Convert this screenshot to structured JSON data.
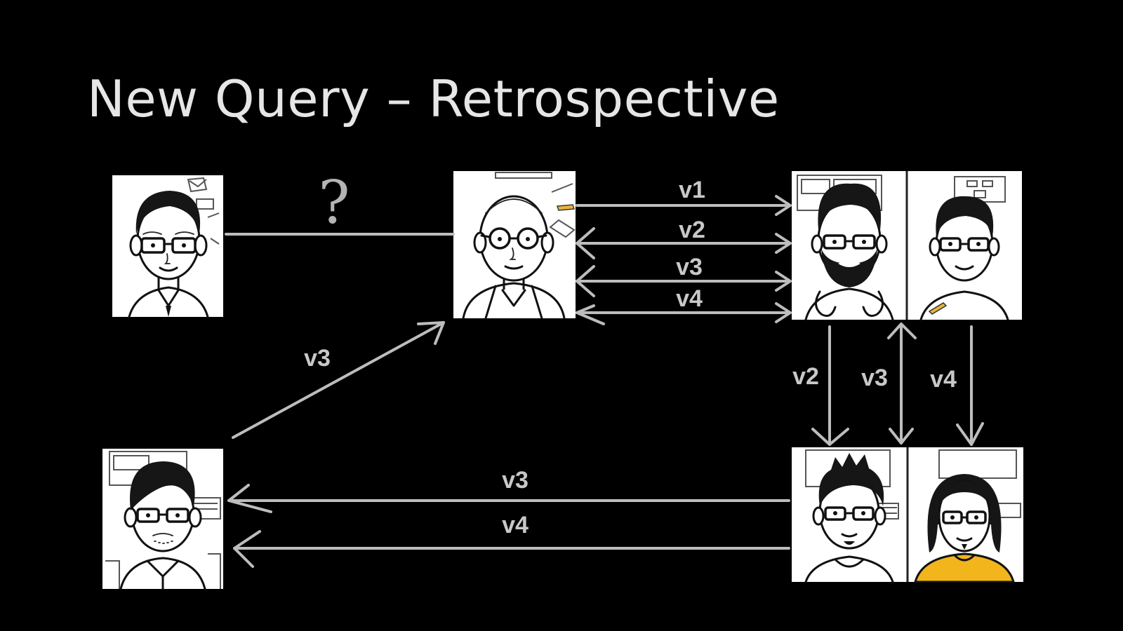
{
  "slide": {
    "title": "New Query – Retrospective"
  },
  "diagram": {
    "nodes": [
      {
        "id": "requester",
        "icon": "person-portrait-icon"
      },
      {
        "id": "scientist",
        "icon": "bald-person-portrait-icon"
      },
      {
        "id": "team-top",
        "icon": "two-person-portrait-icon"
      },
      {
        "id": "team-bottom",
        "icon": "two-person-portrait-icon"
      },
      {
        "id": "reviewer",
        "icon": "person-portrait-icon"
      }
    ],
    "edges": [
      {
        "id": "requester-to-scientist",
        "label": "?"
      },
      {
        "id": "scientist-to-team-v1",
        "label": "v1"
      },
      {
        "id": "scientist-team-v2",
        "label": "v2"
      },
      {
        "id": "scientist-team-v3",
        "label": "v3"
      },
      {
        "id": "scientist-team-v4",
        "label": "v4"
      },
      {
        "id": "team-down-v2",
        "label": "v2"
      },
      {
        "id": "team-up-v3",
        "label": "v3"
      },
      {
        "id": "team-down-v4",
        "label": "v4"
      },
      {
        "id": "reviewer-to-scientist-v3",
        "label": "v3"
      },
      {
        "id": "team-to-reviewer-v3",
        "label": "v3"
      },
      {
        "id": "team-to-reviewer-v4",
        "label": "v4"
      }
    ]
  }
}
